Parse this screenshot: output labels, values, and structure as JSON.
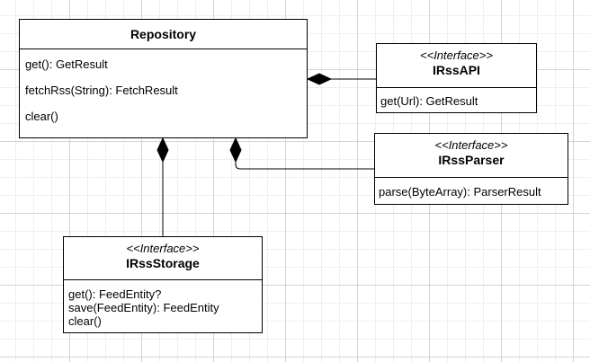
{
  "classes": {
    "repository": {
      "name": "Repository",
      "members": [
        "get(): GetResult",
        "fetchRss(String): FetchResult",
        "clear()"
      ]
    },
    "irssapi": {
      "stereotype": "<<Interface>>",
      "name": "IRssAPI",
      "members": [
        "get(Url): GetResult"
      ]
    },
    "irssparser": {
      "stereotype": "<<Interface>>",
      "name": "IRssParser",
      "members": [
        "parse(ByteArray): ParserResult"
      ]
    },
    "irssstorage": {
      "stereotype": "<<Interface>>",
      "name": "IRssStorage",
      "members": [
        "get(): FeedEntity?",
        "save(FeedEntity): FeedEntity",
        "clear()"
      ]
    }
  },
  "relationships": [
    {
      "type": "composition",
      "whole": "Repository",
      "part": "IRssAPI"
    },
    {
      "type": "composition",
      "whole": "Repository",
      "part": "IRssParser"
    },
    {
      "type": "composition",
      "whole": "Repository",
      "part": "IRssStorage"
    }
  ],
  "colors": {
    "line": "#000000",
    "box_fill": "#ffffff",
    "grid_major": "#d4d4d4",
    "grid_minor": "#efefef"
  }
}
